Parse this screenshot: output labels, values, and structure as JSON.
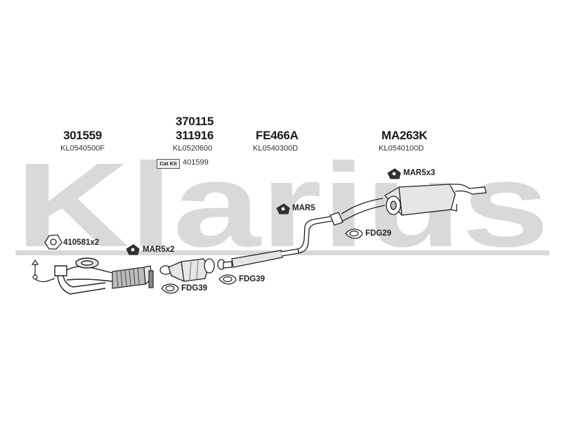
{
  "colors": {
    "watermark": "#d9d9d9",
    "line": "#222222",
    "part_fill": "#e6e6e6",
    "part_dark": "#8a8a8a"
  },
  "watermark": {
    "text": "Klarius"
  },
  "groups": [
    {
      "part_numbers": [
        "301559"
      ],
      "ref": "KL0540500F"
    },
    {
      "part_numbers": [
        "370115",
        "311916"
      ],
      "ref": "KL0520600",
      "cat_kit_label": "Cat Kit",
      "cat_kit_number": "401599"
    },
    {
      "part_numbers": [
        "FE466A"
      ],
      "ref": "KL0540300D"
    },
    {
      "part_numbers": [
        "MA263K"
      ],
      "ref": "KL0540100D"
    }
  ],
  "callouts": {
    "gasket_410581": "410581x2",
    "mar5x2": "MAR5x2",
    "mar5": "MAR5",
    "mar5x3": "MAR5x3",
    "fdg29": "FDG29",
    "fdg39_a": "FDG39",
    "fdg39_b": "FDG39"
  },
  "icons": {
    "rubber_mount": "rubber-mount-icon",
    "gasket": "gasket-icon",
    "exhaust_gasket": "exhaust-gasket-icon"
  }
}
